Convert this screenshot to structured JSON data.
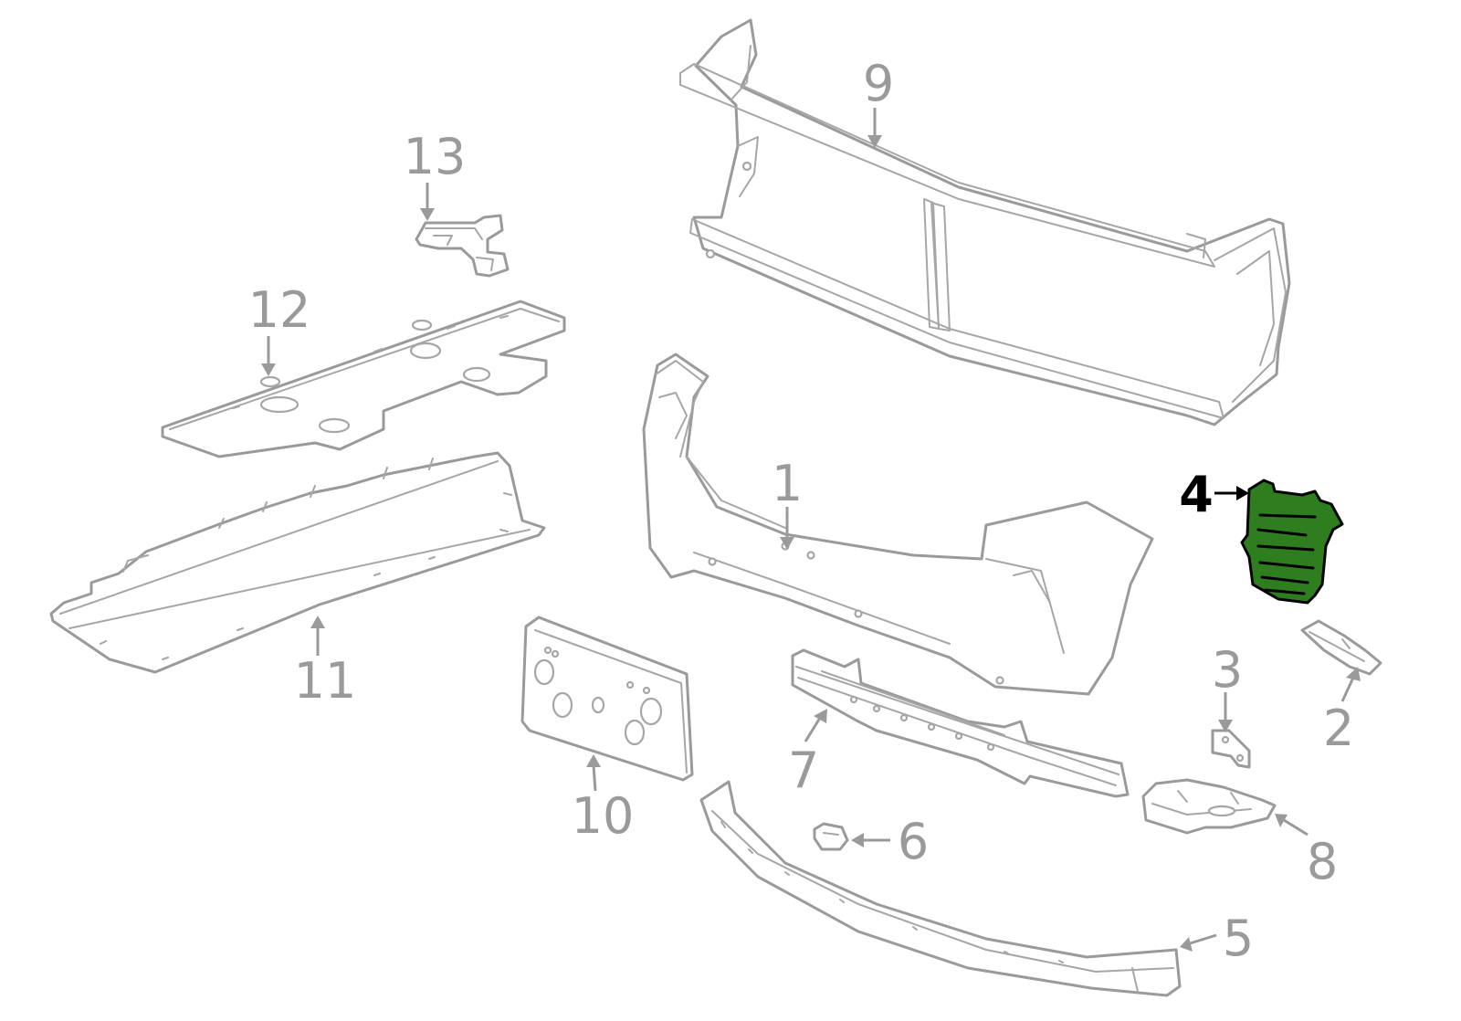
{
  "diagram": {
    "highlight_color": "#2e7d1f",
    "line_color": "#9a9a9a",
    "highlighted_part": "4",
    "callouts": [
      {
        "id": "1",
        "label": "1"
      },
      {
        "id": "2",
        "label": "2"
      },
      {
        "id": "3",
        "label": "3"
      },
      {
        "id": "4",
        "label": "4"
      },
      {
        "id": "5",
        "label": "5"
      },
      {
        "id": "6",
        "label": "6"
      },
      {
        "id": "7",
        "label": "7"
      },
      {
        "id": "8",
        "label": "8"
      },
      {
        "id": "9",
        "label": "9"
      },
      {
        "id": "10",
        "label": "10"
      },
      {
        "id": "11",
        "label": "11"
      },
      {
        "id": "12",
        "label": "12"
      },
      {
        "id": "13",
        "label": "13"
      }
    ]
  }
}
